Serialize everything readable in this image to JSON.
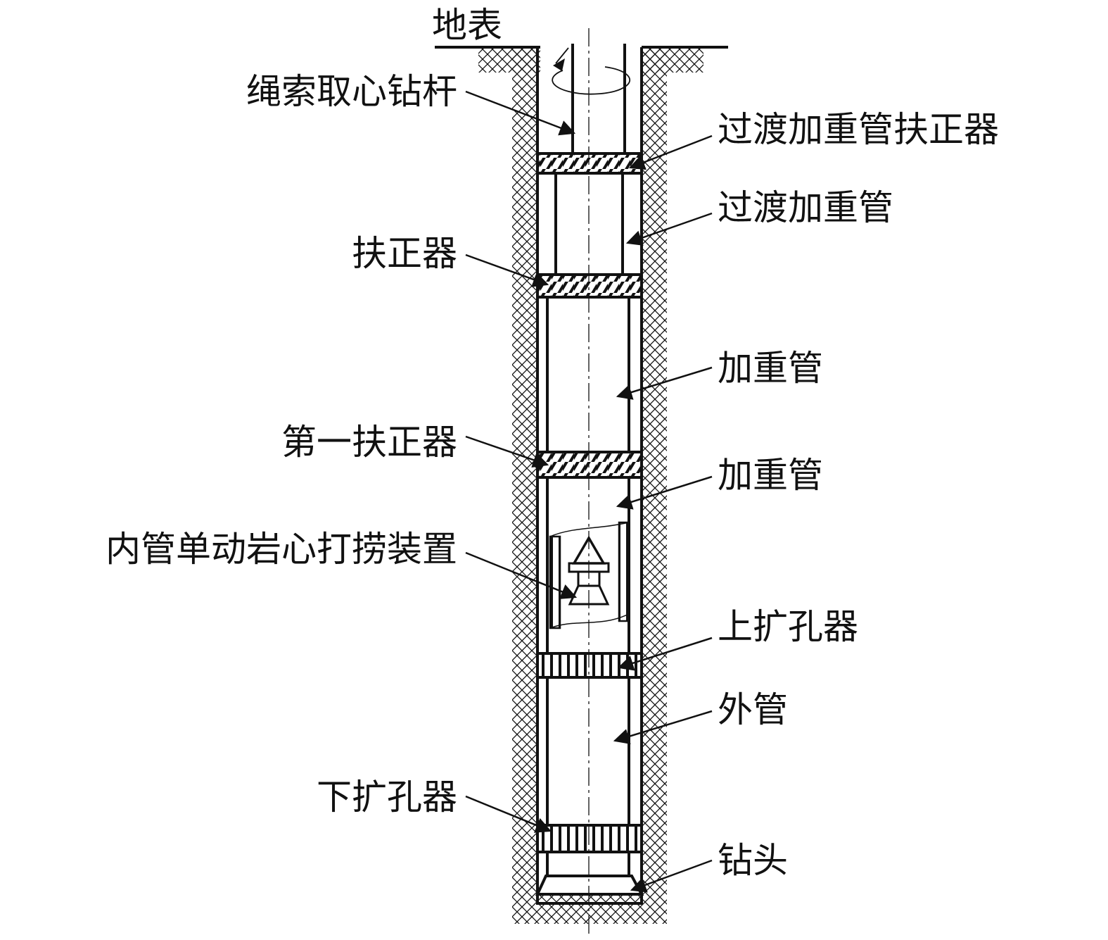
{
  "labels": {
    "surface": "地表",
    "drill_rod": "绳索取心钻杆",
    "transition_pipe_centralizer": "过渡加重管扶正器",
    "transition_pipe": "过渡加重管",
    "centralizer": "扶正器",
    "weighted_pipe_1": "加重管",
    "first_centralizer": "第一扶正器",
    "weighted_pipe_2": "加重管",
    "core_fishing_device": "内管单动岩心打捞装置",
    "upper_reamer": "上扩孔器",
    "outer_pipe": "外管",
    "lower_reamer": "下扩孔器",
    "drill_bit": "钻头"
  },
  "colors": {
    "line": "#111111",
    "background": "#ffffff"
  }
}
